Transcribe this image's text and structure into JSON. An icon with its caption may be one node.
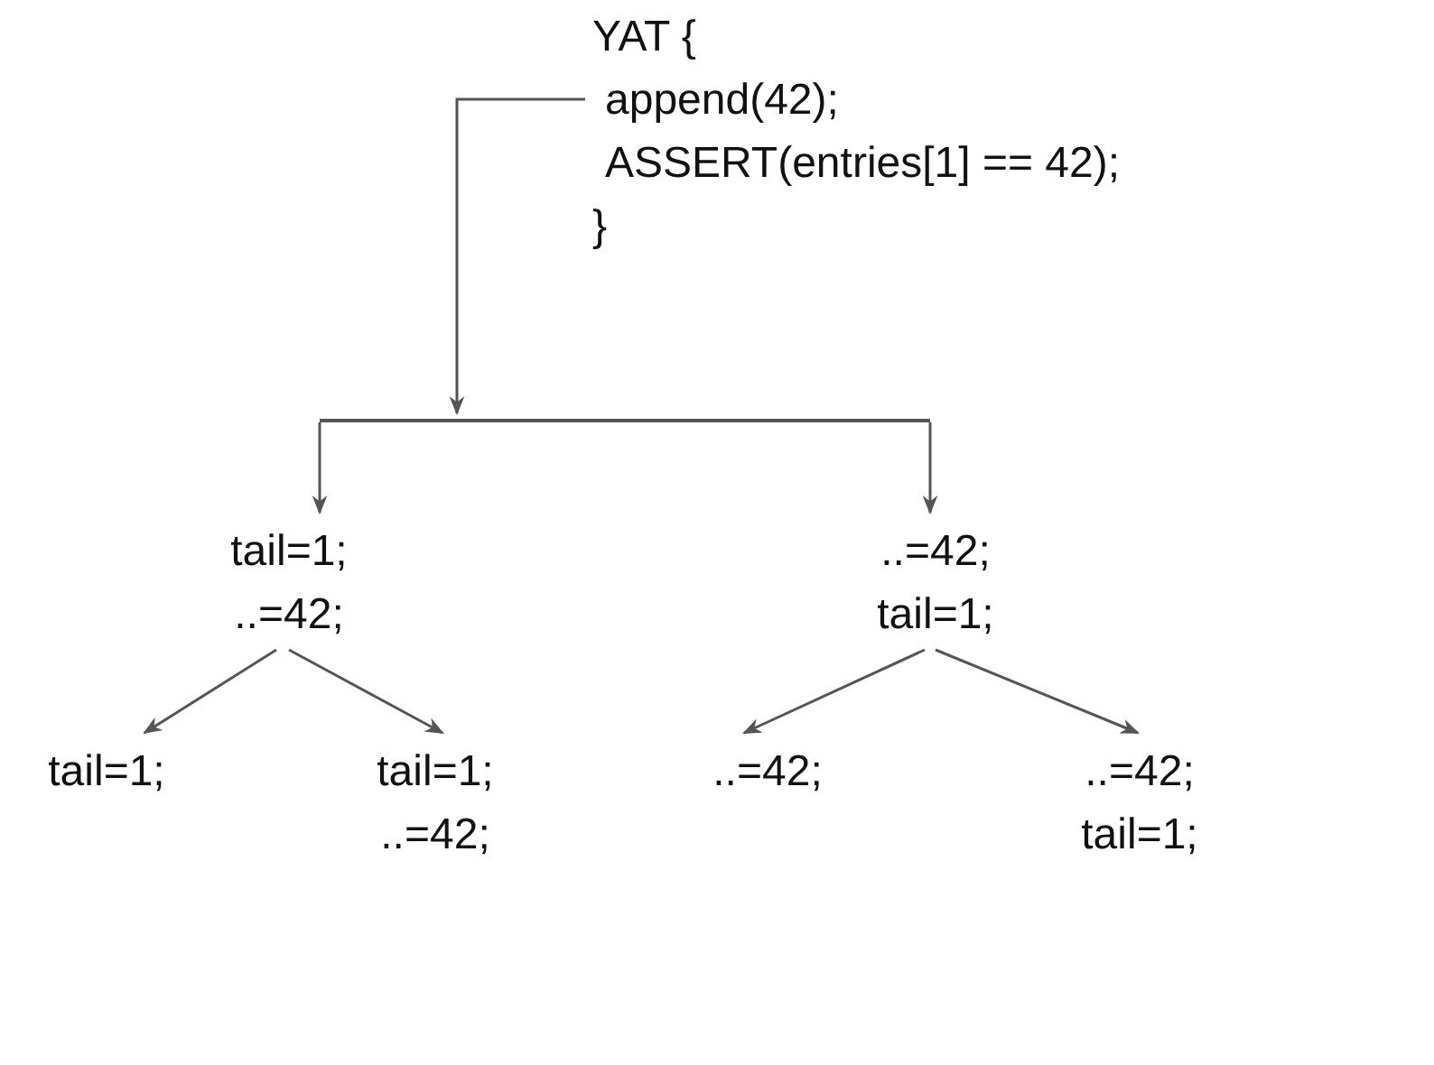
{
  "diagram": {
    "nodes": [
      {
        "text": [
          "YAT {",
          "append(42);",
          "ASSERT(entries[1] == 42);",
          "}"
        ]
      },
      {
        "text": [],
        "shape": "bar"
      },
      {
        "text": [
          "tail=1;",
          "..=42;"
        ]
      },
      {
        "text": [
          "..=42;",
          "tail=1;"
        ]
      },
      {
        "text": [
          "tail=1;"
        ]
      },
      {
        "text": [
          "tail=1;",
          "..=42;"
        ]
      },
      {
        "text": [
          "..=42;"
        ]
      },
      {
        "text": [
          "..=42;",
          "tail=1;"
        ]
      }
    ],
    "edges": [
      {
        "from": 0,
        "to": 1,
        "arrow": "to"
      },
      {
        "from": 1,
        "to": 2,
        "arrow": "to"
      },
      {
        "from": 1,
        "to": 3,
        "arrow": "to"
      },
      {
        "from": 2,
        "to": 4,
        "arrow": "to"
      },
      {
        "from": 2,
        "to": 5,
        "arrow": "to"
      },
      {
        "from": 3,
        "to": 6,
        "arrow": "to"
      },
      {
        "from": 3,
        "to": 7,
        "arrow": "to"
      }
    ]
  }
}
